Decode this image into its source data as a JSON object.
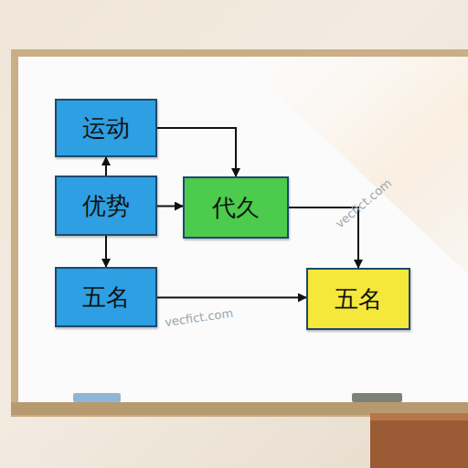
{
  "diagram": {
    "nodes": [
      {
        "text": [
          "运动"
        ]
      },
      {
        "text": [
          "优势"
        ]
      },
      {
        "text": [
          "代久"
        ]
      },
      {
        "text": [
          "五名"
        ]
      },
      {
        "text": [
          "五名"
        ]
      }
    ],
    "edges": [
      {
        "from": 1,
        "to": 0,
        "arrow": "to"
      },
      {
        "from": 0,
        "to": 2,
        "arrow": "to"
      },
      {
        "from": 1,
        "to": 2,
        "arrow": "to"
      },
      {
        "from": 1,
        "to": 3,
        "arrow": "to"
      },
      {
        "from": 3,
        "to": 4,
        "arrow": "to"
      },
      {
        "from": 2,
        "to": 4,
        "arrow": "to"
      }
    ],
    "labels": [
      "vecfict.com",
      "vecfict.com"
    ]
  }
}
